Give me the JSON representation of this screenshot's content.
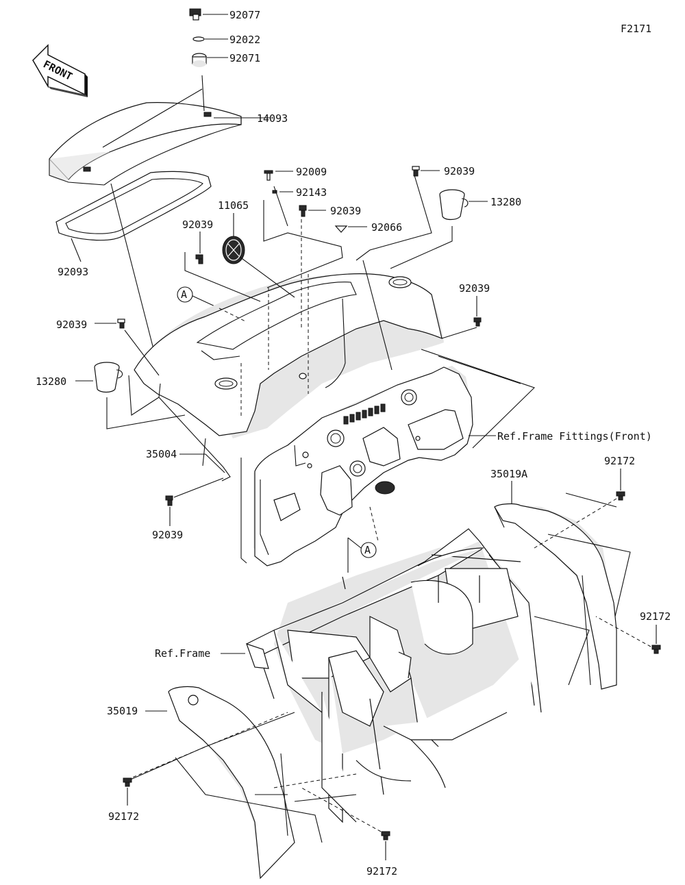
{
  "figure_id": "F2171",
  "front_arrow": "FRONT",
  "ref_marker": "A",
  "labels": {
    "p92077": "92077",
    "p92022": "92022",
    "p92071": "92071",
    "p14093": "14093",
    "p92093": "92093",
    "p92009": "92009",
    "p92143": "92143",
    "p92039_top_center": "92039",
    "p92039_top_right": "92039",
    "p92066": "92066",
    "p13280_right": "13280",
    "p11065": "11065",
    "p92039_left_upper": "92039",
    "p92039_right_mid": "92039",
    "p92039_left_mid": "92039",
    "p13280_left": "13280",
    "p35004": "35004",
    "p92039_bottom_left": "92039",
    "ref_frame_fittings_front": "Ref.Frame Fittings(Front)",
    "p35019A": "35019A",
    "p92172_upper_right": "92172",
    "p92172_right": "92172",
    "ref_frame": "Ref.Frame",
    "p35019": "35019",
    "p92172_bottom_left": "92172",
    "p92172_bottom_center": "92172"
  }
}
